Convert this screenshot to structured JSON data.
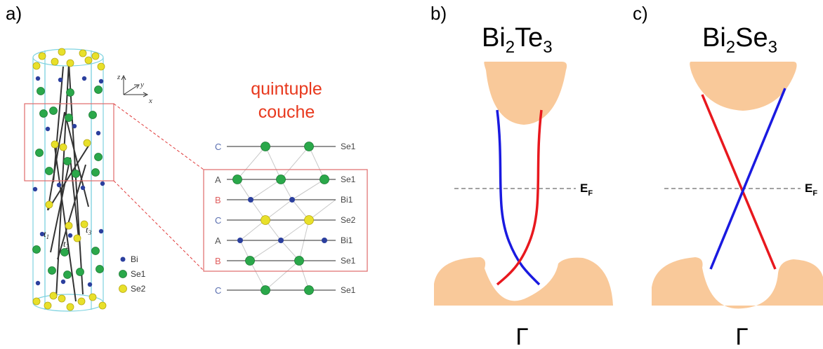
{
  "panel_a": {
    "label": "a)",
    "quintuple_line1": "quintuple",
    "quintuple_line2": "couche",
    "axes": {
      "z": "z",
      "y": "y",
      "x": "x"
    },
    "t_labels": {
      "t1": "t",
      "t1_sub": "1",
      "t2": "t",
      "t2_sub": "2",
      "t3": "t",
      "t3_sub": "3"
    },
    "legend": [
      {
        "label": "Bi",
        "color": "#2b3f9e"
      },
      {
        "label": "Se1",
        "color": "#2aa84a"
      },
      {
        "label": "Se2",
        "color": "#e8e02a"
      }
    ],
    "layers": [
      {
        "letter": "C",
        "element": "Se1",
        "letter_color": "#5a6fb0"
      },
      {
        "letter": "A",
        "element": "Se1",
        "letter_color": "#555555"
      },
      {
        "letter": "B",
        "element": "Bi1",
        "letter_color": "#e06060"
      },
      {
        "letter": "C",
        "element": "Se2",
        "letter_color": "#5a6fb0"
      },
      {
        "letter": "A",
        "element": "Bi1",
        "letter_color": "#555555"
      },
      {
        "letter": "B",
        "element": "Se1",
        "letter_color": "#e06060"
      },
      {
        "letter": "C",
        "element": "Se1",
        "letter_color": "#5a6fb0"
      }
    ]
  },
  "panel_b": {
    "label": "b)",
    "title_main": "Bi",
    "title_sub1": "2",
    "title_mid": "Te",
    "title_sub2": "3",
    "ef_main": "E",
    "ef_sub": "F",
    "gamma": "Γ"
  },
  "panel_c": {
    "label": "c)",
    "title_main": "Bi",
    "title_sub1": "2",
    "title_mid": "Se",
    "title_sub2": "3",
    "ef_main": "E",
    "ef_sub": "F",
    "gamma": "Γ"
  },
  "colors": {
    "band_fill": "#f9c99a",
    "surface_red": "#e8181e",
    "surface_blue": "#1a1ae0",
    "highlight_box": "#e06a6a",
    "crystal_cell": "#7fd3e0"
  }
}
